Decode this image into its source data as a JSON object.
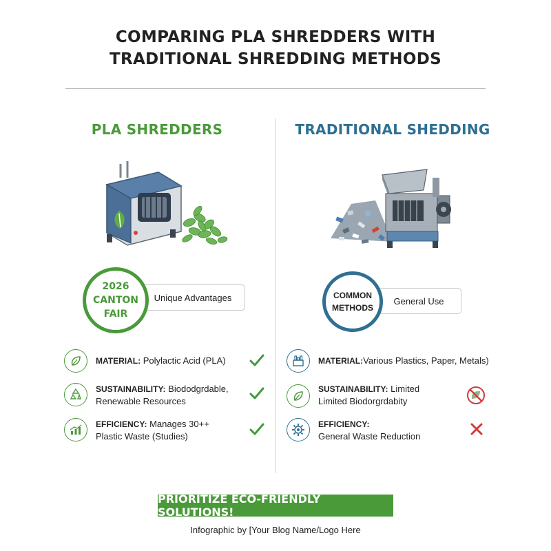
{
  "title": {
    "line1": "COMPARING PLA SHREDDERS WITH",
    "line2": "TRADITIONAL SHREDDING METHODS"
  },
  "colors": {
    "green": "#4a9a3a",
    "blue": "#2f6f92",
    "check_green": "#3f9a3a",
    "cross_red": "#d23a3a",
    "divider": "#bcbcbc"
  },
  "left": {
    "heading": "PLA SHREDDERS",
    "badge": {
      "line1": "2026",
      "line2": "CANTON",
      "line3": "FAIR"
    },
    "pill": "Unique Advantages",
    "rows": [
      {
        "label": "MATERIAL:",
        "text1": " Polylactic Acid (PLA)",
        "text2": "",
        "icon": "leaf-icon",
        "mark": "check"
      },
      {
        "label": "SUSTAINABILITY:",
        "text1": " Biododgrdable,",
        "text2": "Renewable Resources",
        "icon": "recycle-icon",
        "mark": "check"
      },
      {
        "label": "EFFICIENCY:",
        "text1": " Manages 30++",
        "text2": "Plastic Waste (Studies)",
        "icon": "chart-icon",
        "mark": "check"
      }
    ]
  },
  "right": {
    "heading": "TRADITIONAL SHEDDING",
    "badge": {
      "line1": "COMMON",
      "line2": "METHODS"
    },
    "pill": "General Use",
    "rows": [
      {
        "label": "MATERIAL:",
        "text1": "Various Plastics, Paper, Metals)",
        "text2": "",
        "icon": "factory-icon",
        "mark": "none"
      },
      {
        "label": "SUSTAINABILITY:",
        "text1": " Limited",
        "text2": "Limited Biodorgrdabity",
        "icon": "leaf-icon",
        "mark": "no-leaf"
      },
      {
        "label": "EFFICIENCY:",
        "text1": "",
        "text2": "General Waste Reduction",
        "icon": "gear-icon",
        "mark": "cross"
      }
    ]
  },
  "banner": "PRIORITIZE ECO-FRIENDLY SOLUTIONS!",
  "footer": "Infographic by [Your Blog Name/Logo Here"
}
